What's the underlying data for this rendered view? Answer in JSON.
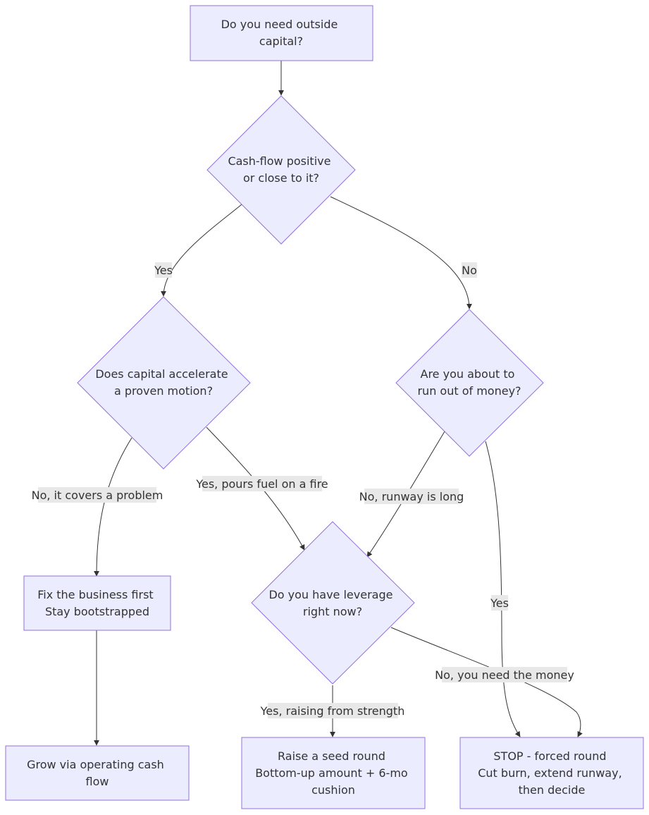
{
  "nodes": {
    "start": {
      "lines": [
        "Do you need outside",
        "capital?"
      ]
    },
    "cashflow": {
      "lines": [
        "Cash-flow positive",
        "or close to it?"
      ]
    },
    "accelerate": {
      "lines": [
        "Does capital accelerate",
        "a proven motion?"
      ]
    },
    "runout": {
      "lines": [
        "Are you about to",
        "run out of money?"
      ]
    },
    "fix": {
      "lines": [
        "Fix the business first",
        "Stay bootstrapped"
      ]
    },
    "leverage": {
      "lines": [
        "Do you have leverage",
        "right now?"
      ]
    },
    "grow": {
      "lines": [
        "Grow via operating cash",
        "flow"
      ]
    },
    "seed": {
      "lines": [
        "Raise a seed round",
        "Bottom-up amount + 6-mo",
        "cushion"
      ]
    },
    "stop": {
      "lines": [
        "STOP - forced round",
        "Cut burn, extend runway,",
        "then decide"
      ]
    }
  },
  "edge_labels": {
    "cashflow_yes": "Yes",
    "cashflow_no": "No",
    "accelerate_no": "No, it covers a problem",
    "accelerate_yes": "Yes, pours fuel on a fire",
    "runout_no": "No, runway is long",
    "runout_yes": "Yes",
    "leverage_no": "No, you need the money",
    "leverage_yes": "Yes, raising from strength"
  },
  "colors": {
    "node_fill": "#ECECFF",
    "node_stroke": "#9370DB",
    "edge": "#333333",
    "label_bg": "#e8e8e8"
  }
}
